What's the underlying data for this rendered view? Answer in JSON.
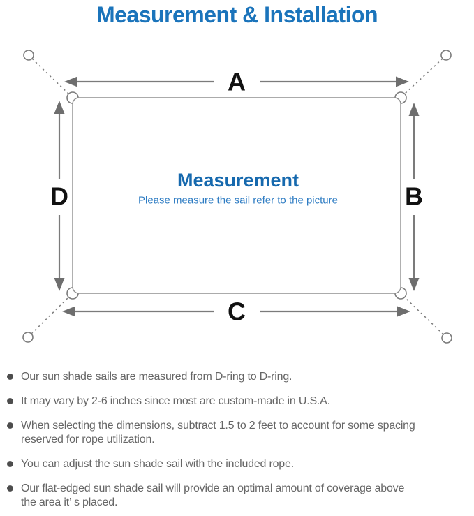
{
  "page": {
    "title": "Measurement & Installation"
  },
  "diagram": {
    "labels": {
      "top": "A",
      "right": "B",
      "bottom": "C",
      "left": "D"
    },
    "center": {
      "heading": "Measurement",
      "subheading": "Please measure the sail refer to the picture"
    }
  },
  "notes": {
    "items": [
      {
        "lines": [
          "Our sun shade sails are measured from D-ring to D-ring."
        ]
      },
      {
        "lines": [
          "It may vary by 2-6 inches since most are custom-made in U.S.A."
        ]
      },
      {
        "lines": [
          "When selecting the dimensions, subtract 1.5 to 2 feet to account for some spacing",
          "reserved for rope utilization."
        ]
      },
      {
        "lines": [
          "You can adjust the sun shade sail with the included rope."
        ]
      },
      {
        "lines": [
          "Our flat-edged sun shade sail will provide an optimal amount of coverage above",
          "the area it’ s placed."
        ]
      }
    ]
  },
  "colors": {
    "title_blue": "#1b74bb",
    "heading_blue": "#1669ae",
    "subheading_blue": "#2e7cc3",
    "diagram_gray": "#7b7b7b",
    "arrowhead_gray": "#6e6e6e",
    "outline_gray": "#8f8f8f",
    "label_black": "#111111",
    "note_text_gray": "#666666",
    "bullet_dot_gray": "#4d4d4d"
  }
}
